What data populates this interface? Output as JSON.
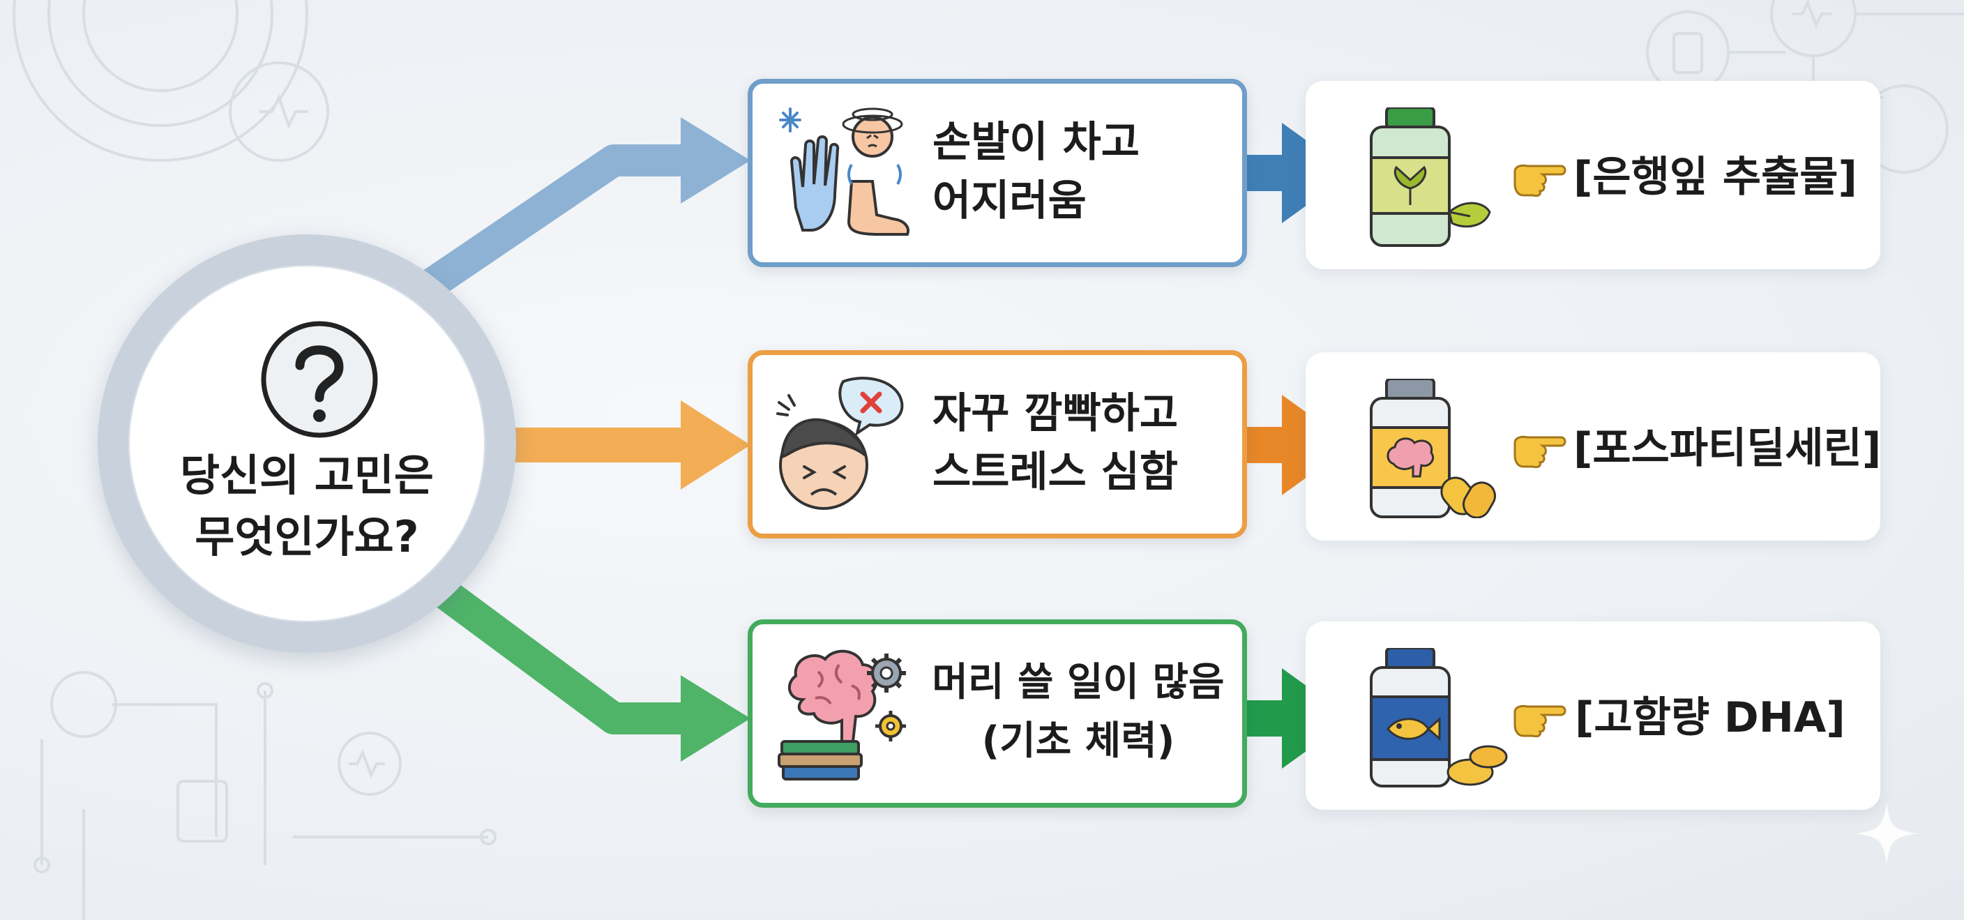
{
  "hub": {
    "text_line1": "당신의 고민은",
    "text_line2": "무엇인가요?"
  },
  "symptoms": [
    {
      "line1": "손발이 차고",
      "line2": "어지러움",
      "color": "#6f9ec9",
      "icon": "cold-hand-dizzy-icon"
    },
    {
      "line1": "자꾸 깜빡하고",
      "line2": "스트레스 심함",
      "color": "#ec9e43",
      "icon": "stressed-face-icon"
    },
    {
      "line1": "머리 쓸 일이 많음",
      "line2": "(기초 체력)",
      "color": "#43ab5c",
      "icon": "brain-gears-books-icon"
    }
  ],
  "results": [
    {
      "label": "[은행잎 추출물]",
      "icon": "ginkgo-bottle-icon"
    },
    {
      "label": "[포스파티딜세린]",
      "icon": "brain-bottle-icon"
    },
    {
      "label": "[고함량 DHA]",
      "icon": "fish-oil-bottle-icon"
    }
  ],
  "pointer_icon": "pointing-hand-icon"
}
